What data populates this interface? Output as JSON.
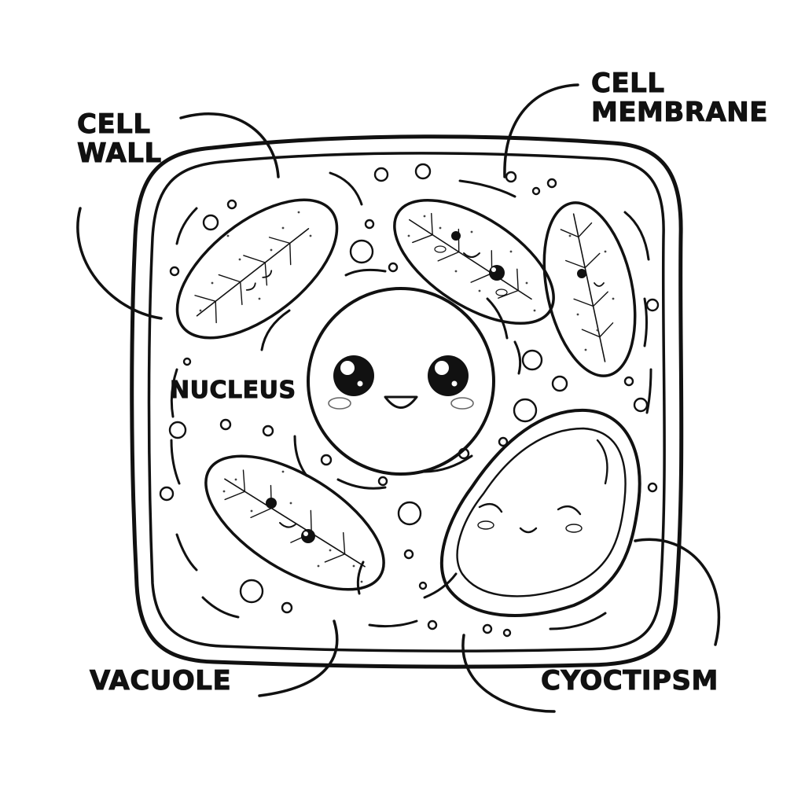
{
  "labels": {
    "cell_wall": [
      "CELL",
      "WALL"
    ],
    "cell_membrane": [
      "CELL",
      "MEMBRANE"
    ],
    "nucleus": "NUCLEUS",
    "vacuole": "VACUOLE",
    "cytoplasm": "CYOCTIPSM"
  },
  "colors": {
    "ink": "#111111",
    "background": "#ffffff",
    "blush": "#666666"
  }
}
